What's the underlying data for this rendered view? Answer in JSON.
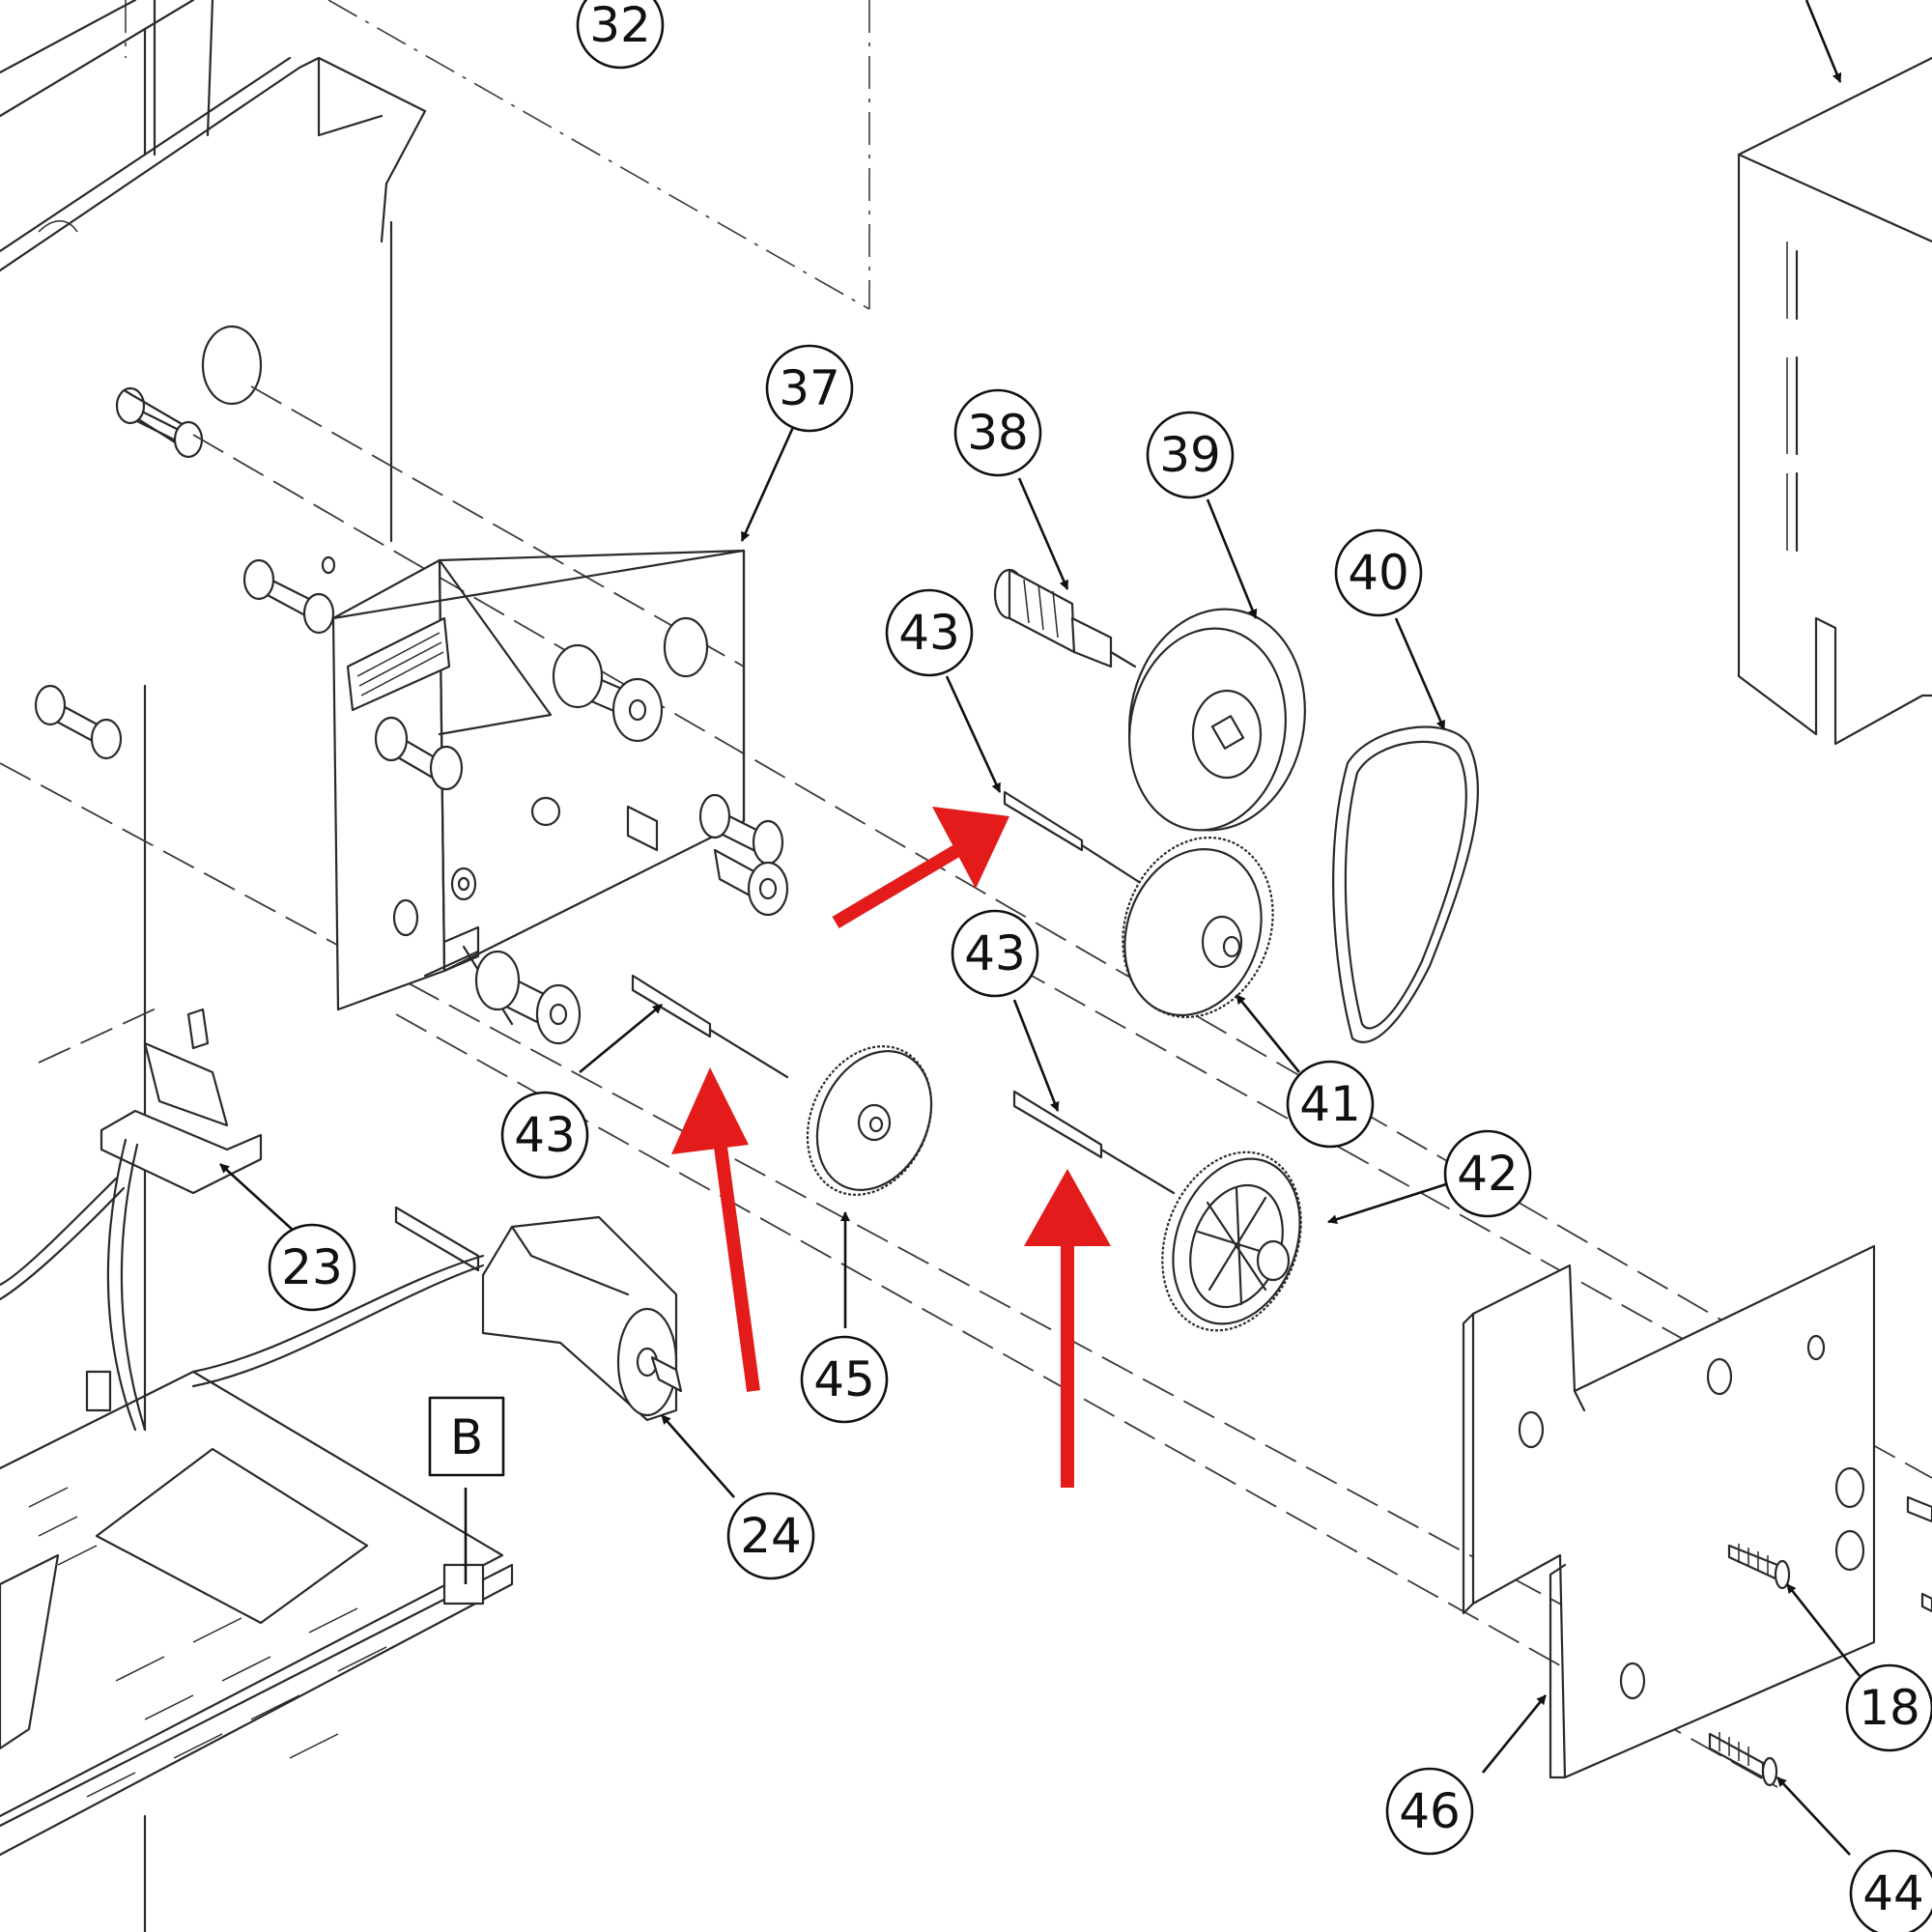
{
  "diagram": {
    "section_label": "B",
    "callouts": [
      "32",
      "37",
      "38",
      "39",
      "40",
      "43",
      "43",
      "41",
      "42",
      "43",
      "45",
      "23",
      "24",
      "46",
      "18",
      "44"
    ],
    "highlight_color": "#e31b1b",
    "line_color": "#2a2a2a"
  }
}
